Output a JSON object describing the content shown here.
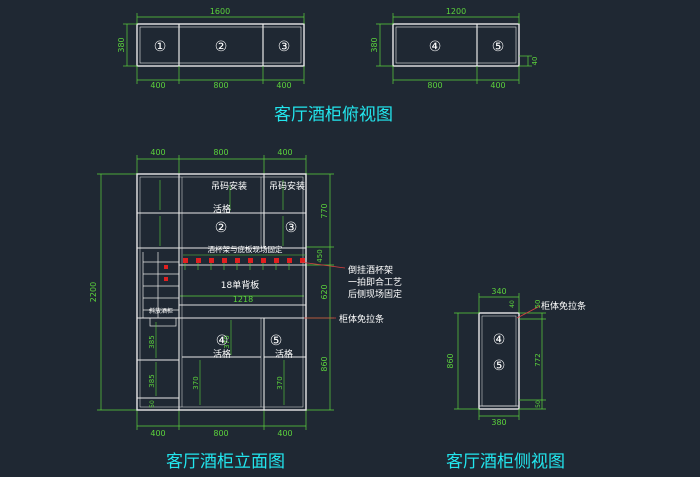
{
  "titles": {
    "top_view": "客厅酒柜俯视图",
    "elevation": "客厅酒柜立面图",
    "side_view": "客厅酒柜侧视图"
  },
  "top_view_left": {
    "overall": "1600",
    "depth": "380",
    "bottom_segments": [
      "400",
      "800",
      "400"
    ],
    "numbers": [
      "①",
      "②",
      "③"
    ]
  },
  "top_view_right": {
    "overall": "1200",
    "depth": "380",
    "depth_right": "40",
    "bottom_segments": [
      "800",
      "400"
    ],
    "numbers": [
      "④",
      "⑤"
    ]
  },
  "elevation": {
    "top_segments": [
      "400",
      "800",
      "400"
    ],
    "bottom_segments": [
      "400",
      "800",
      "400"
    ],
    "height": "2200",
    "right_dims": [
      "770",
      "450",
      "620",
      "860"
    ],
    "width_dim": "1218",
    "labels": {
      "hang_install_left": "吊码安装",
      "hang_install_right": "吊码安装",
      "shelf_upper": "活格",
      "shelf_lower_left": "活格",
      "shelf_lower_right": "活格",
      "rack_label": "酒杯架与底板现场固定",
      "back_panel": "18单背板",
      "left_panel_note": "斜放酒柜",
      "inner_dims": [
        "370",
        "370",
        "370"
      ],
      "left_dims": [
        "385",
        "385",
        "50"
      ]
    },
    "callouts": [
      "倒挂酒杯架",
      "一拍即合工艺",
      "后侧现场固定",
      "柜体免拉条"
    ],
    "numbers": [
      "②",
      "③",
      "④",
      "⑤"
    ]
  },
  "side_view": {
    "top": "340",
    "height": "860",
    "right_dims": [
      "50",
      "772",
      "50",
      "40"
    ],
    "bottom": "380",
    "callout": "柜体免拉条",
    "numbers": [
      "④",
      "⑤"
    ]
  },
  "colors": {
    "background": "#1f2833",
    "outline": "#e8e8e8",
    "dimension": "#5bd23c",
    "title": "#22e6ee",
    "callout_line": "#d84040",
    "cup_marks": "#e02020"
  }
}
